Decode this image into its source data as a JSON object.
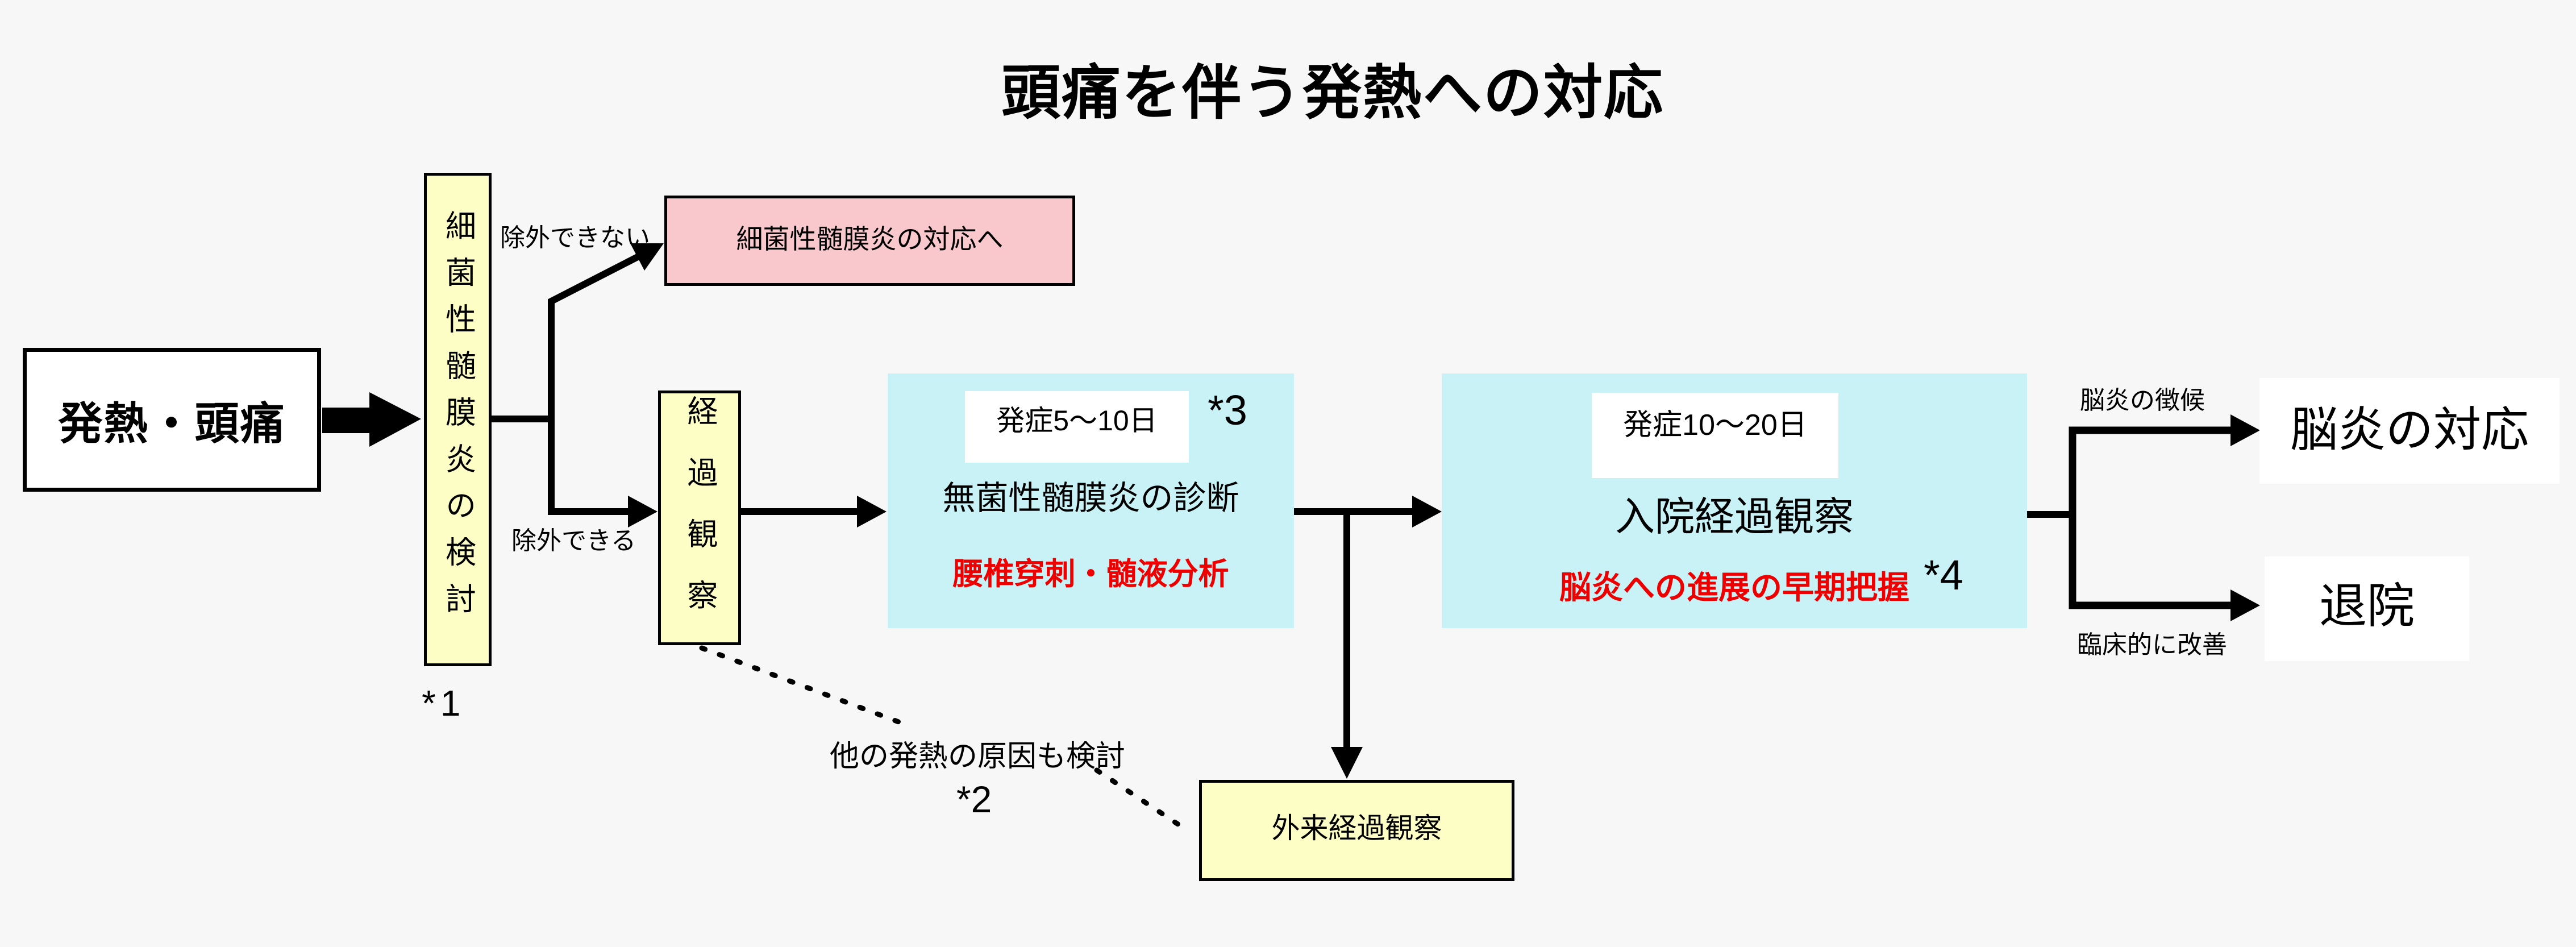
{
  "title": "頭痛を伴う発熱への対応",
  "colors": {
    "background": "#f7f7f7",
    "node_yellow": "#fdfdc6",
    "node_pink": "#f8c8cc",
    "node_cyan": "#c8f2f6",
    "node_white": "#ffffff",
    "emphasis_red": "#ee0000",
    "line_black": "#000000"
  },
  "nodes": {
    "start": {
      "label": "発熱・頭痛"
    },
    "bacterial_meningitis_check": {
      "label": "細菌性髄膜炎の検討",
      "footnote": "*1"
    },
    "bacterial_meningitis_response": {
      "label": "細菌性髄膜炎の対応へ"
    },
    "follow_up": {
      "label": "経過観察"
    },
    "aseptic_meningitis": {
      "period": "発症5〜10日",
      "footnote": "*3",
      "title": "無菌性髄膜炎の診断",
      "action": "腰椎穿刺・髄液分析"
    },
    "inpatient_observation": {
      "period": "発症10〜20日",
      "title": "入院経過観察",
      "action": "脳炎への進展の早期把握",
      "footnote": "*4"
    },
    "encephalitis_response": {
      "label": "脳炎の対応"
    },
    "discharge": {
      "label": "退院"
    },
    "outpatient_follow_up": {
      "label": "外来経過観察"
    }
  },
  "edge_labels": {
    "cannot_exclude": "除外できない",
    "can_exclude": "除外できる",
    "encephalitis_signs": "脳炎の徴候",
    "clinical_improvement": "臨床的に改善",
    "other_fever_causes": "他の発熱の原因も検討",
    "other_fever_causes_footnote": "*2"
  }
}
